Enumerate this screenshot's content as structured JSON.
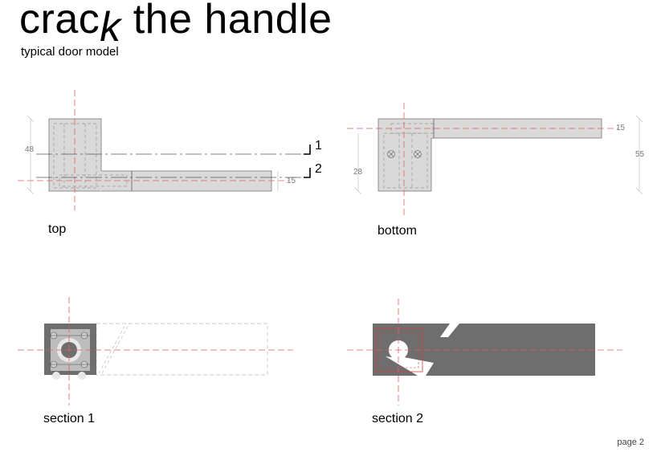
{
  "header": {
    "title_main": "crac",
    "title_k": "k",
    "title_rest": " the handle",
    "subtitle": "typical door model"
  },
  "views": {
    "top": "top",
    "bottom": "bottom",
    "section1": "section 1",
    "section2": "section 2"
  },
  "dimensions": {
    "top_height": "48",
    "top_lever": "15",
    "bottom_lever": "15",
    "bottom_rose": "28",
    "bottom_total": "55"
  },
  "section_marks": {
    "one": "1",
    "two": "2"
  },
  "footer": {
    "page": "page 2"
  },
  "colors": {
    "fill_light": "#d9d9d9",
    "fill_dark": "#6e6e6e",
    "centerline": "#e06060",
    "outline": "#777777"
  }
}
